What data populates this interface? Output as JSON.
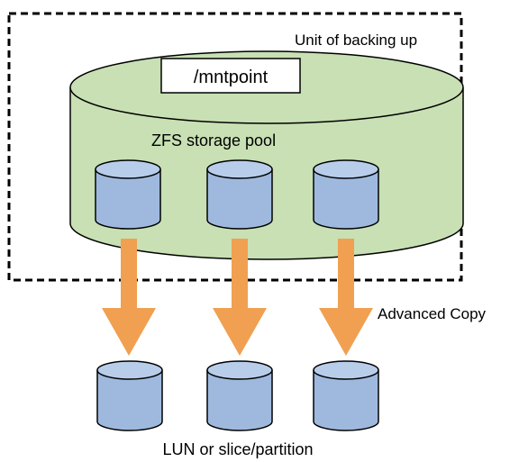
{
  "diagram": {
    "backup_unit_label": "Unit of backing up",
    "mountpoint_label": "/mntpoint",
    "pool_label": "ZFS storage pool",
    "copy_label": "Advanced Copy",
    "target_label": "LUN or slice/partition",
    "pool_disk_count": 3,
    "target_disk_count": 3
  },
  "colors": {
    "pool_fill": "#c8e0b4",
    "disk_fill": "#9fb9de",
    "disk_top": "#b8cdea",
    "arrow": "#f0a050",
    "border": "#000000"
  }
}
